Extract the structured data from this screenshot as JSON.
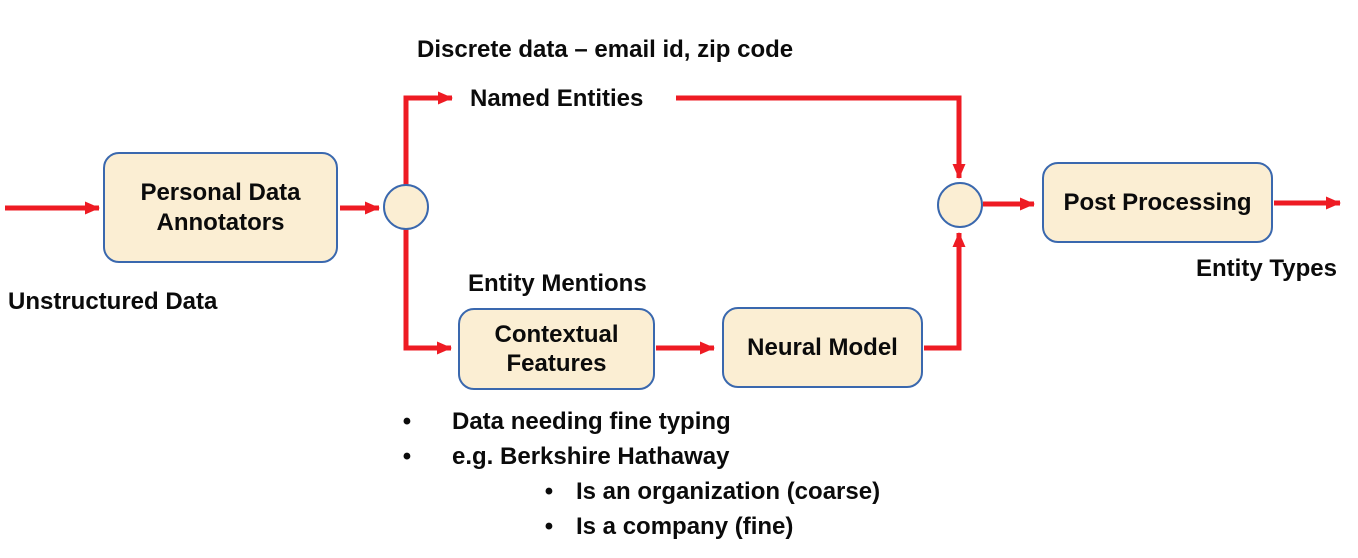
{
  "colors": {
    "arrow": "#ee1b23",
    "node_fill": "#fbeed3",
    "node_border": "#3a68ae",
    "text_color": "#0b0b0b",
    "bg": "#ffffff"
  },
  "labels": {
    "discrete_data": "Discrete data – email id, zip code",
    "named_entities": "Named Entities",
    "unstructured_data": "Unstructured Data",
    "entity_mentions": "Entity Mentions",
    "entity_types": "Entity Types"
  },
  "nodes": {
    "personal_data_annotators": "Personal Data Annotators",
    "contextual_features": "Contextual Features",
    "neural_model": "Neural Model",
    "post_processing": "Post Processing"
  },
  "notes": {
    "items": [
      {
        "level": 1,
        "text": "Data needing fine typing"
      },
      {
        "level": 1,
        "text": "e.g. Berkshire Hathaway"
      },
      {
        "level": 2,
        "text": "Is an organization (coarse)"
      },
      {
        "level": 2,
        "text": "Is a company (fine)"
      }
    ]
  }
}
